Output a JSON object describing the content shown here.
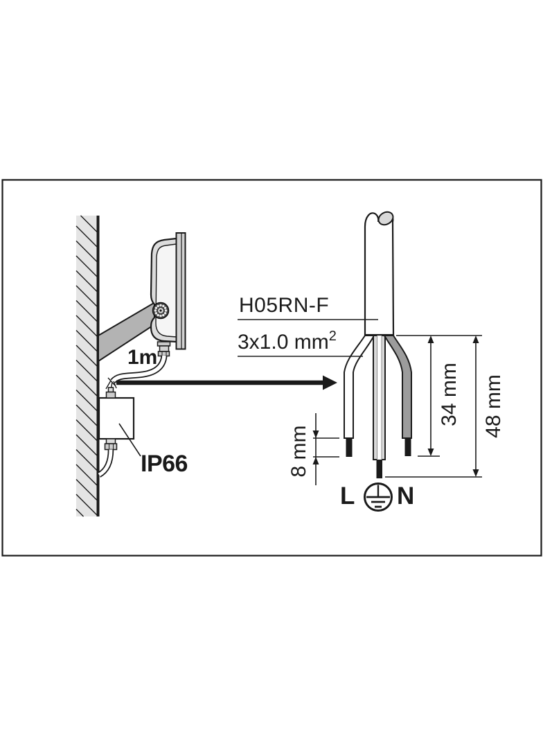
{
  "diagram": {
    "installation": {
      "cable_length_label": "1m",
      "junction_box_rating": "IP66"
    },
    "cable_detail": {
      "cable_type": "H05RN-F",
      "cable_spec_base": "3x1.0 mm",
      "cable_spec_exponent": "2",
      "strip_length": "8 mm",
      "inner_sheath_length": "34 mm",
      "overall_strip_length": "48 mm",
      "terminal_live": "L",
      "terminal_neutral": "N"
    },
    "icons": {
      "earth_symbol": "protective-earth"
    },
    "colors": {
      "line": "#1a1a1a",
      "wall_fill": "#e4e4e4",
      "arm_fill": "#b3b3b3",
      "floodlight_body_fill": "#dcdcdc",
      "gray_wire_fill": "#9c9c9c",
      "background": "#ffffff"
    }
  }
}
